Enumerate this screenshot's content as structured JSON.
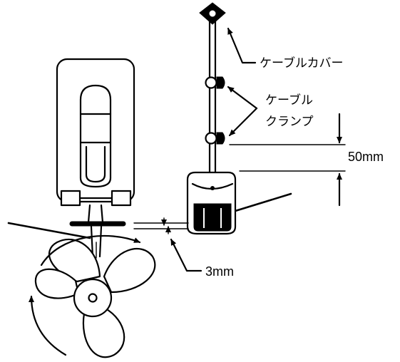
{
  "labels": {
    "cable_cover": "ケーブルカバー",
    "cable_clamp_line1": "ケーブル",
    "cable_clamp_line2": "クランプ",
    "gap_distance": "3mm",
    "height_distance": "50mm"
  },
  "colors": {
    "line": "#000000",
    "background": "#ffffff"
  }
}
